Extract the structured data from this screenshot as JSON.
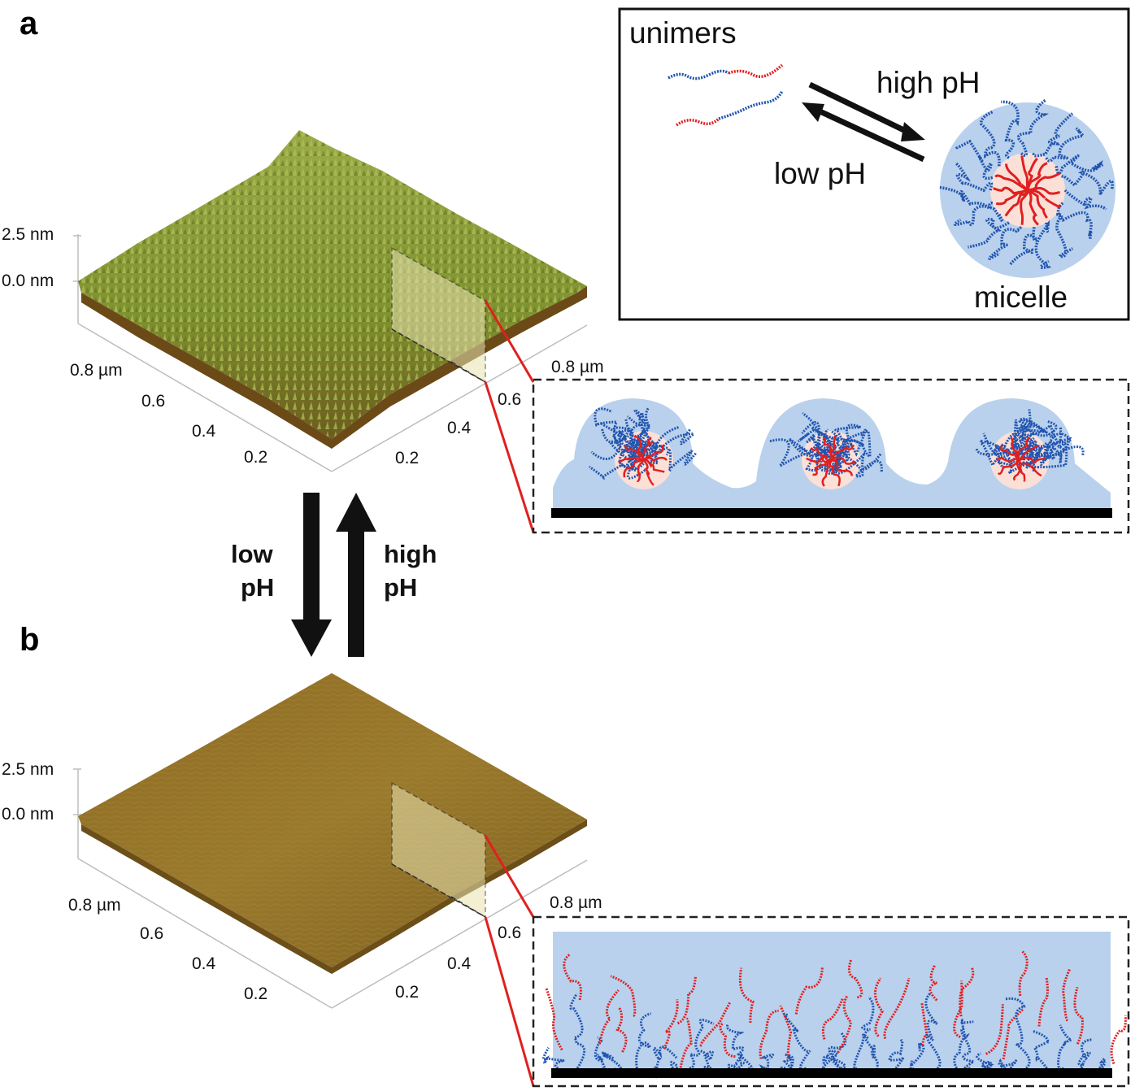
{
  "panels": {
    "a": {
      "label": "a",
      "z_ticks": [
        "2.5 nm",
        "0.0 nm"
      ],
      "x_ticks": [
        "0.8 µm",
        "0.6",
        "0.4",
        "0.2"
      ],
      "y_ticks": [
        "0.8 µm",
        "0.6",
        "0.4",
        "0.2"
      ],
      "surface_state": "rough",
      "surface_color": "#7a8f2e",
      "schematic": "micelle-layer"
    },
    "b": {
      "label": "b",
      "z_ticks": [
        "2.5 nm",
        "0.0 nm"
      ],
      "x_ticks": [
        "0.8 µm",
        "0.6",
        "0.4",
        "0.2"
      ],
      "y_ticks": [
        "0.8 µm",
        "0.6",
        "0.4",
        "0.2"
      ],
      "surface_state": "smooth",
      "surface_color": "#8a6a22",
      "schematic": "extended-chain-layer"
    }
  },
  "equilibrium_arrows": {
    "down_label_line1": "low",
    "down_label_line2": "pH",
    "up_label_line1": "high",
    "up_label_line2": "pH"
  },
  "inset": {
    "unimers_label": "unimers",
    "high_ph_label": "high pH",
    "low_ph_label": "low pH",
    "micelle_label": "micelle"
  },
  "colors": {
    "corona_blue": "#2255b0",
    "core_red": "#e02020",
    "shell_fill": "#b9d1ec",
    "core_fill": "#fbe0d8",
    "callout_red": "#e02020",
    "substrate": "#000000"
  }
}
